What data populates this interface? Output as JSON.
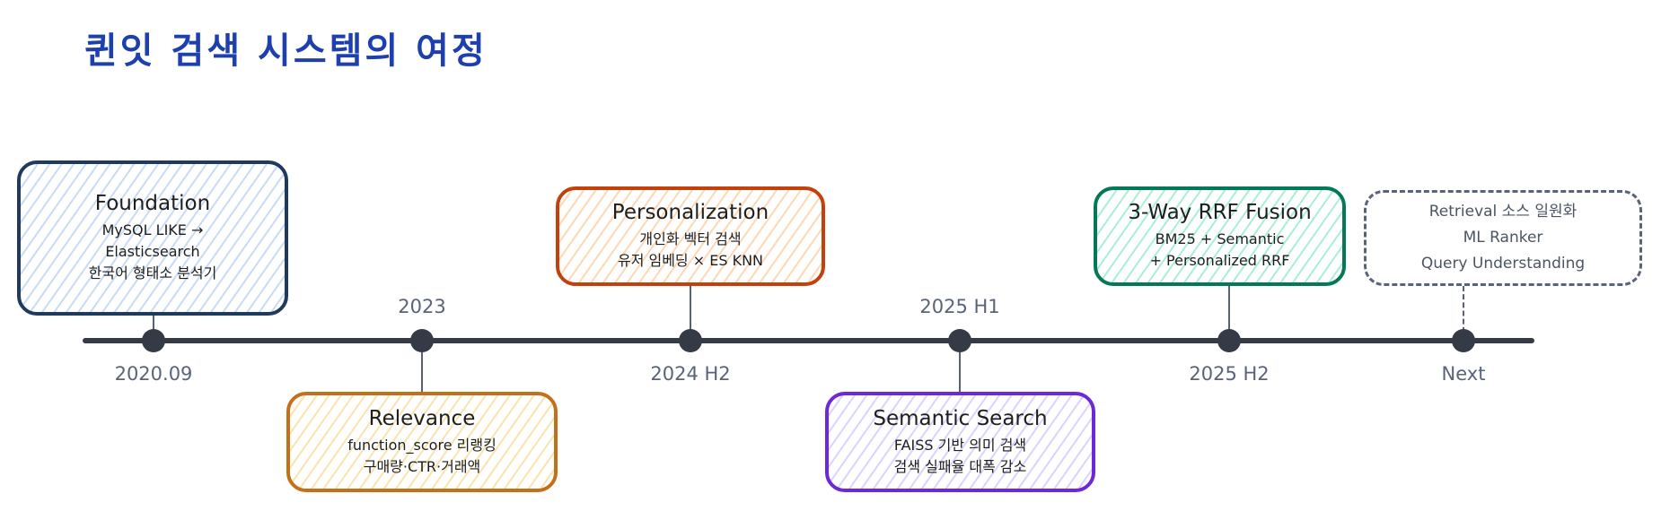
{
  "title": "퀸잇 검색 시스템의 여정",
  "milestones": [
    {
      "date": "2020.09",
      "heading": "Foundation",
      "lines": [
        "MySQL LIKE →",
        "Elasticsearch",
        "한국어 형태소 분석기"
      ],
      "border": "#1e3a5f",
      "fill": "#a5c4ef"
    },
    {
      "date": "2023",
      "heading": "Relevance",
      "lines": [
        "function_score 리랭킹",
        "구매량·CTR·거래액"
      ],
      "border": "#c2701a",
      "fill": "#f5d27a"
    },
    {
      "date": "2024 H2",
      "heading": "Personalization",
      "lines": [
        "개인화 벡터 검색",
        "유저 임베딩 × ES KNN"
      ],
      "border": "#c2410c",
      "fill": "#fbbf80"
    },
    {
      "date": "2025 H1",
      "heading": "Semantic Search",
      "lines": [
        "FAISS 기반 의미 검색",
        "검색 실패율 대폭 감소"
      ],
      "border": "#6d28d9",
      "fill": "#c4b5fd"
    },
    {
      "date": "2025 H2",
      "heading": "3-Way RRF Fusion",
      "lines": [
        "BM25 + Semantic",
        "+ Personalized RRF"
      ],
      "border": "#047857",
      "fill": "#6ee7b7"
    },
    {
      "date": "Next",
      "heading": "",
      "lines": [
        "Retrieval 소스 일원화",
        "ML Ranker",
        "Query Understanding"
      ],
      "border": "#5a6478",
      "fill": "#ffffff"
    }
  ]
}
